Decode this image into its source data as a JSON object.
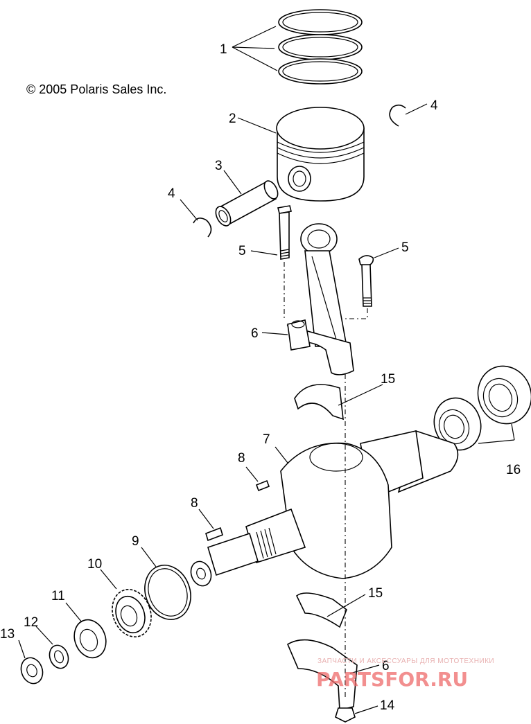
{
  "copyright": "© 2005 Polaris Sales Inc.",
  "callouts": [
    {
      "id": "c1",
      "text": "1"
    },
    {
      "id": "c2",
      "text": "2"
    },
    {
      "id": "c3",
      "text": "3"
    },
    {
      "id": "c4a",
      "text": "4"
    },
    {
      "id": "c4b",
      "text": "4"
    },
    {
      "id": "c5a",
      "text": "5"
    },
    {
      "id": "c5b",
      "text": "5"
    },
    {
      "id": "c6a",
      "text": "6"
    },
    {
      "id": "c6b",
      "text": "6"
    },
    {
      "id": "c7",
      "text": "7"
    },
    {
      "id": "c8a",
      "text": "8"
    },
    {
      "id": "c8b",
      "text": "8"
    },
    {
      "id": "c9",
      "text": "9"
    },
    {
      "id": "c10",
      "text": "10"
    },
    {
      "id": "c11",
      "text": "11"
    },
    {
      "id": "c12",
      "text": "12"
    },
    {
      "id": "c13",
      "text": "13"
    },
    {
      "id": "c14",
      "text": "14"
    },
    {
      "id": "c15a",
      "text": "15"
    },
    {
      "id": "c15b",
      "text": "15"
    },
    {
      "id": "c16",
      "text": "16"
    }
  ],
  "watermark": {
    "tagline": "ЗАПЧАСТИ И АКСЕССУАРЫ ДЛЯ МОТОТЕХНИКИ",
    "logo": "PARTSFOR.RU",
    "color": "#ee6a6a"
  }
}
